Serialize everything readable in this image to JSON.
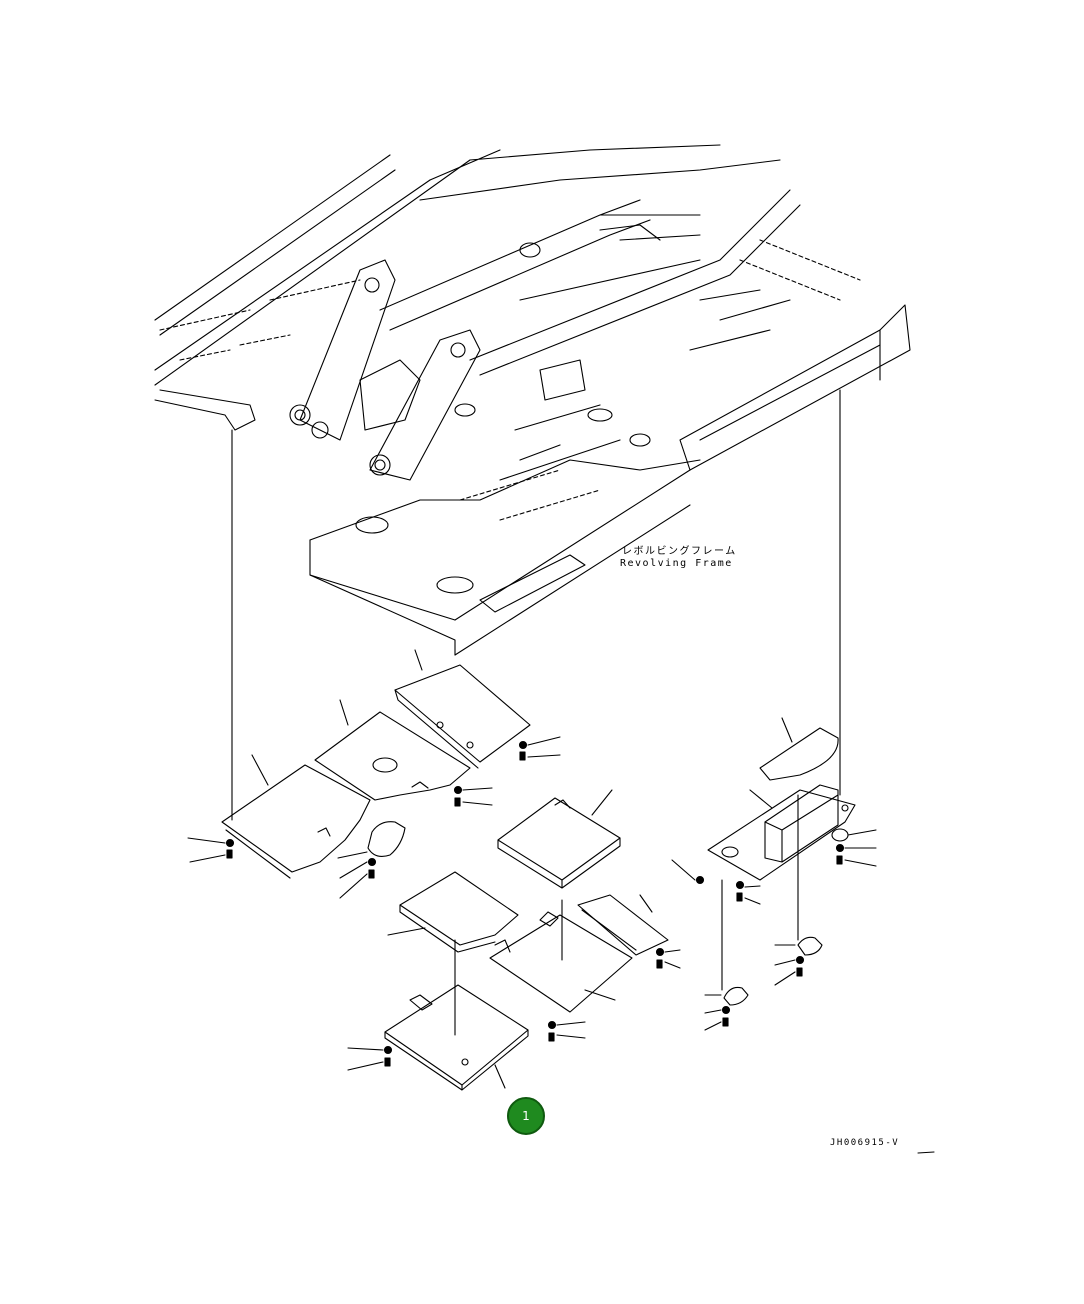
{
  "diagram": {
    "frame_label_jp": "レボルビングフレーム",
    "frame_label_en": "Revolving Frame",
    "drawing_id": "JH006915-V",
    "callouts": [
      {
        "number": "1",
        "color": "#1f8a1f"
      }
    ]
  }
}
